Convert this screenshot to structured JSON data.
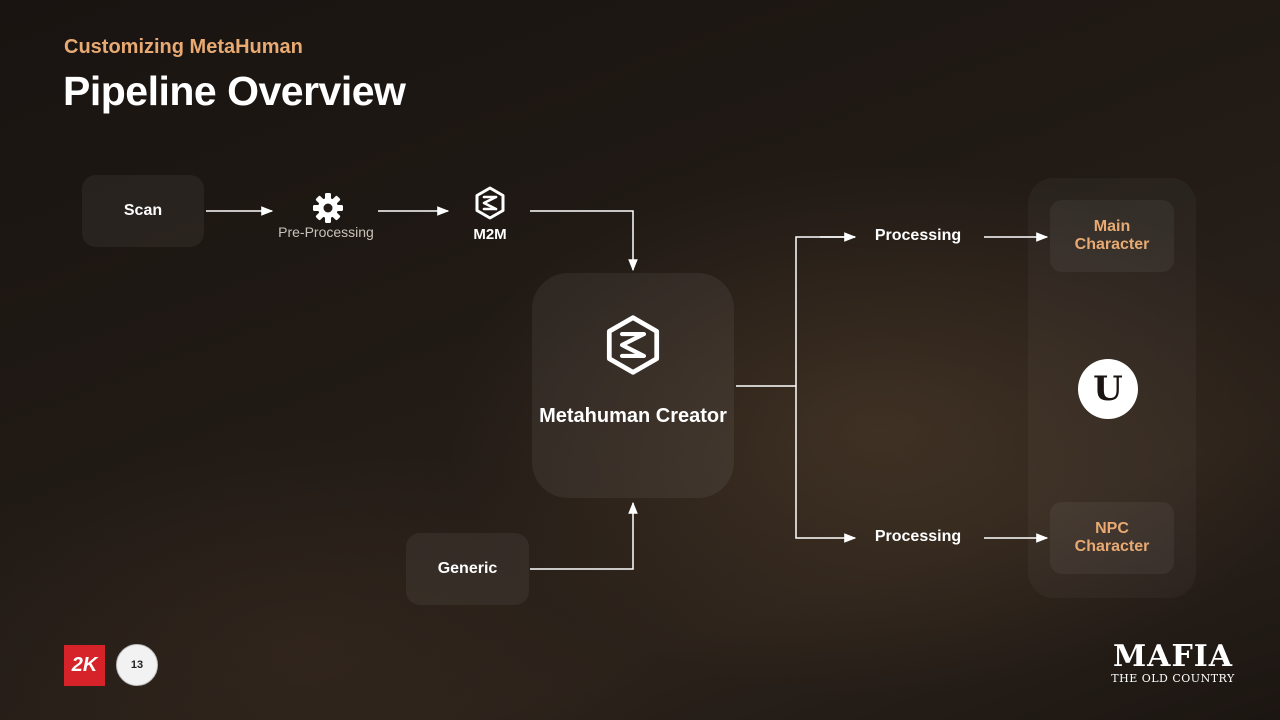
{
  "header": {
    "subtitle": "Customizing MetaHuman",
    "title": "Pipeline Overview"
  },
  "nodes": {
    "scan": "Scan",
    "preprocessing": "Pre-Processing",
    "m2m": "M2M",
    "metahuman_creator": "Metahuman Creator",
    "generic": "Generic",
    "processing_top": "Processing",
    "processing_bottom": "Processing",
    "main_character": "Main Character",
    "npc_character": "NPC Character"
  },
  "icons": {
    "preprocessing": "gear-icon",
    "m2m": "metahuman-logo-icon",
    "creator": "metahuman-logo-icon",
    "engine": "unreal-engine-logo"
  },
  "logos": {
    "publisher": "2K",
    "studio": "HANGAR 13",
    "game_title": "MAFIA",
    "game_subtitle": "THE OLD COUNTRY"
  },
  "colors": {
    "accent": "#e8aa72",
    "logo_red": "#d6232a"
  }
}
